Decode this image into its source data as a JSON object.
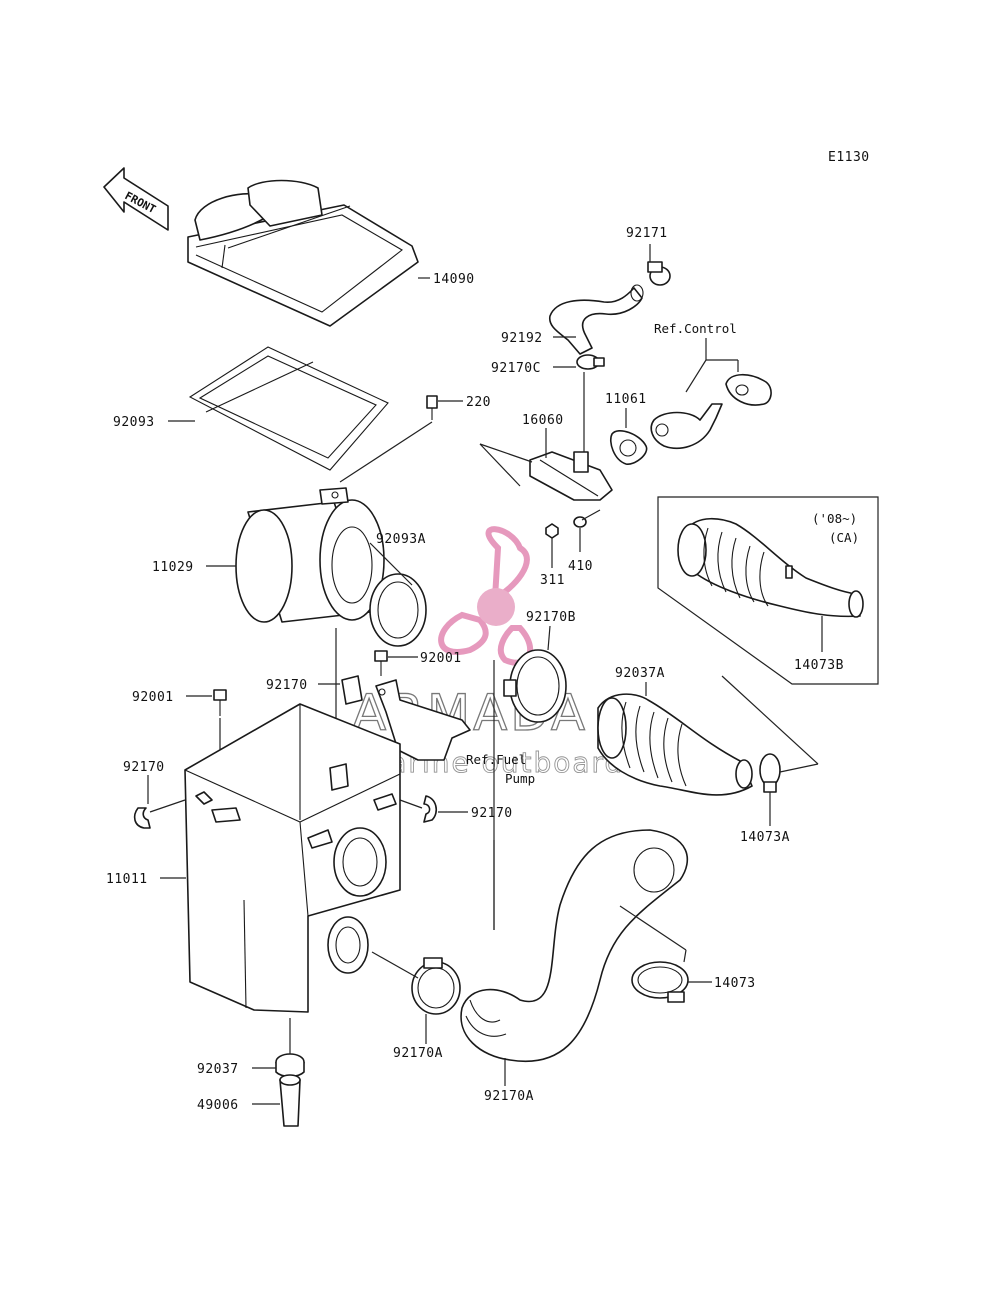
{
  "diagram_code": "E1130",
  "front_arrow_label": "FRONT",
  "watermark": {
    "brand": "ARMADA",
    "tagline": "marine outboards",
    "accent_color": "#e8a6c4",
    "ring_color": "#e48fb6"
  },
  "parts": [
    {
      "key": "p14090",
      "label": "14090"
    },
    {
      "key": "p92093",
      "label": "92093"
    },
    {
      "key": "p220",
      "label": "220"
    },
    {
      "key": "p11029",
      "label": "11029"
    },
    {
      "key": "p92093A",
      "label": "92093A"
    },
    {
      "key": "p92001a",
      "label": "92001"
    },
    {
      "key": "p92001b",
      "label": "92001"
    },
    {
      "key": "p92170a",
      "label": "92170"
    },
    {
      "key": "p92170b",
      "label": "92170"
    },
    {
      "key": "p92170c",
      "label": "92170"
    },
    {
      "key": "p11011",
      "label": "11011"
    },
    {
      "key": "p92037",
      "label": "92037"
    },
    {
      "key": "p49006",
      "label": "49006"
    },
    {
      "key": "p92170Aa",
      "label": "92170A"
    },
    {
      "key": "p92170Ab",
      "label": "92170A"
    },
    {
      "key": "p14073",
      "label": "14073"
    },
    {
      "key": "p92037A",
      "label": "92037A"
    },
    {
      "key": "p14073A",
      "label": "14073A"
    },
    {
      "key": "p92170B",
      "label": "92170B"
    },
    {
      "key": "p311",
      "label": "311"
    },
    {
      "key": "p410",
      "label": "410"
    },
    {
      "key": "p16060",
      "label": "16060"
    },
    {
      "key": "p11061",
      "label": "11061"
    },
    {
      "key": "p92171",
      "label": "92171"
    },
    {
      "key": "p92192",
      "label": "92192"
    },
    {
      "key": "p92170C",
      "label": "92170C"
    },
    {
      "key": "p14073B",
      "label": "14073B"
    }
  ],
  "references": {
    "control": "Ref.Control",
    "fuel_pump_line1": "Ref.Fuel",
    "fuel_pump_line2": "Pump"
  },
  "inset": {
    "year": "('08~)",
    "region": "(CA)"
  }
}
